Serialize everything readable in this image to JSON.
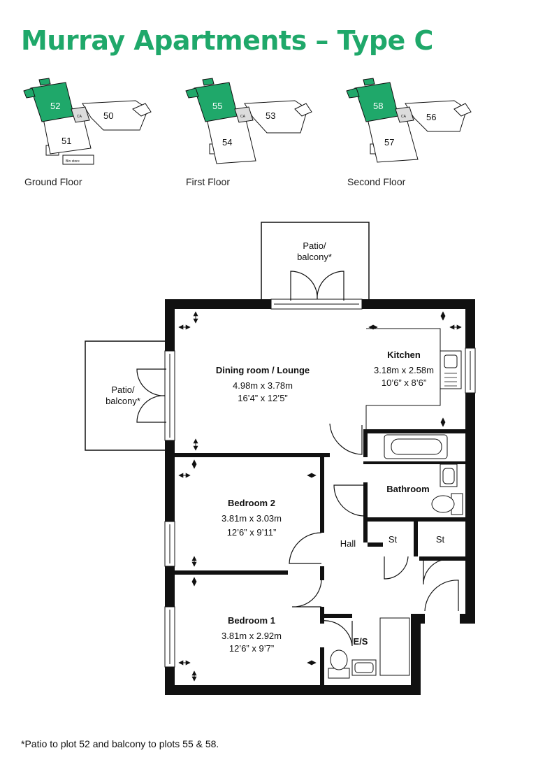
{
  "title": "Murray Apartments – Type C",
  "key_plans": [
    {
      "floor": "Ground Floor",
      "highlight": "52",
      "units": [
        "50",
        "51"
      ],
      "ca": "CA",
      "extra": "Bin store"
    },
    {
      "floor": "First Floor",
      "highlight": "55",
      "units": [
        "53",
        "54"
      ],
      "ca": "CA"
    },
    {
      "floor": "Second Floor",
      "highlight": "58",
      "units": [
        "56",
        "57"
      ],
      "ca": "CA"
    }
  ],
  "rooms": {
    "patio_top": {
      "line1": "Patio/",
      "line2": "balcony*"
    },
    "patio_left": {
      "line1": "Patio/",
      "line2": "balcony*"
    },
    "dining": {
      "name": "Dining room / Lounge",
      "metric": "4.98m x 3.78m",
      "imperial": "16’4” x 12’5”"
    },
    "kitchen": {
      "name": "Kitchen",
      "metric": "3.18m x 2.58m",
      "imperial": "10’6” x 8’6”"
    },
    "bathroom": {
      "name": "Bathroom"
    },
    "bedroom2": {
      "name": "Bedroom 2",
      "metric": "3.81m x 3.03m",
      "imperial": "12’6” x 9’11”"
    },
    "bedroom1": {
      "name": "Bedroom 1",
      "metric": "3.81m x 2.92m",
      "imperial": "12’6” x 9’7”"
    },
    "hall": {
      "name": "Hall"
    },
    "store1": {
      "name": "St"
    },
    "store2": {
      "name": "St"
    },
    "ensuite": {
      "name": "E/S"
    }
  },
  "footnote": "*Patio to plot 52 and balcony to plots 55 & 58.",
  "colors": {
    "accent": "#1fa86a",
    "wall": "#111111",
    "common": "#dcdcdc"
  }
}
